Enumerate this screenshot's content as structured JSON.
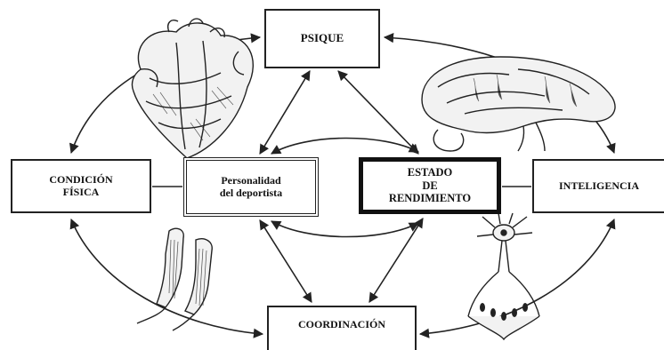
{
  "nodes": {
    "psique": {
      "label": "PSIQUE"
    },
    "condicion": {
      "line1": "CONDICIÓN",
      "line2": "FÍSICA"
    },
    "personalidad": {
      "line1": "Personalidad",
      "line2": "del deportista"
    },
    "estado": {
      "line1": "ESTADO",
      "line2": "DE",
      "line3": "RENDIMIENTO"
    },
    "inteligencia": {
      "label": "INTELIGENCIA"
    },
    "coordinacion": {
      "label": "COORDINACIÓN"
    }
  },
  "illustrations": [
    "heart-icon",
    "brain-icon",
    "muscle-icon",
    "neuron-icon"
  ],
  "colors": {
    "line": "#222222",
    "background": "#ffffff"
  }
}
